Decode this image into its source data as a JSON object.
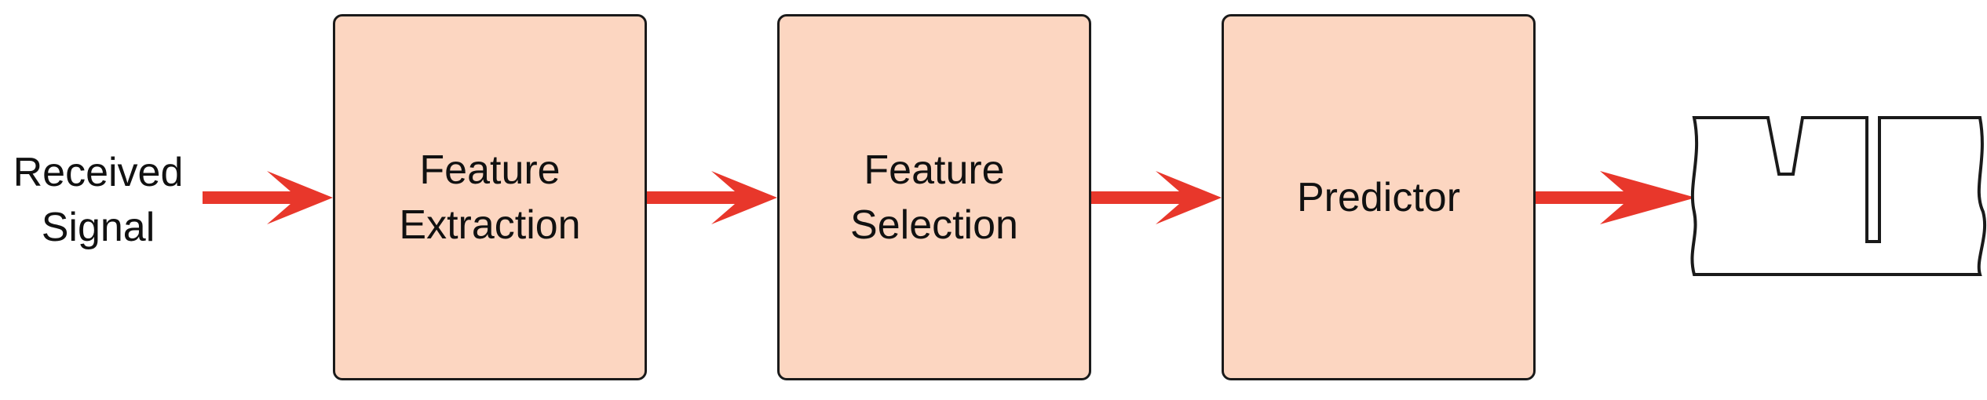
{
  "colors": {
    "box_fill": "#fcd6c1",
    "arrow": "#e8372b"
  },
  "input": {
    "lines": [
      "Received",
      "Signal"
    ]
  },
  "blocks": [
    {
      "lines": [
        "Feature",
        "Extraction"
      ]
    },
    {
      "lines": [
        "Feature",
        "Selection"
      ]
    },
    {
      "lines": [
        "Predictor"
      ]
    }
  ],
  "output": {
    "icon": "grooved-profile-cross-section"
  }
}
